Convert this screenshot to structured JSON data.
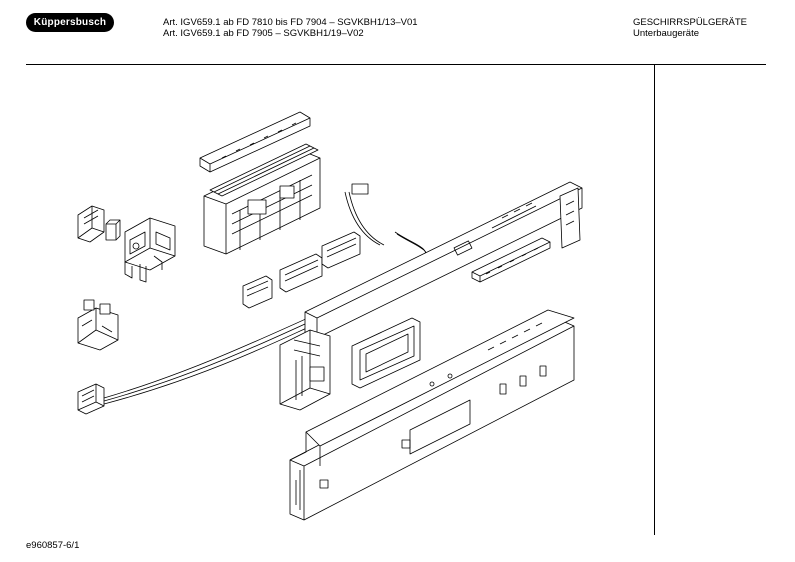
{
  "header": {
    "brand_logo": "Küppersbusch",
    "article_line_1": "Art. IGV659.1 ab FD 7810 bis FD 7904 – SGVKBH1/13–V01",
    "article_line_2": "Art. IGV659.1 ab FD 7905 – SGVKBH1/19–V02",
    "category_line_1": "GESCHIRRSPÜLGERÄTE",
    "category_line_2": "Unterbaugeräte"
  },
  "footer": {
    "drawing_id": "e960857-6/1"
  }
}
